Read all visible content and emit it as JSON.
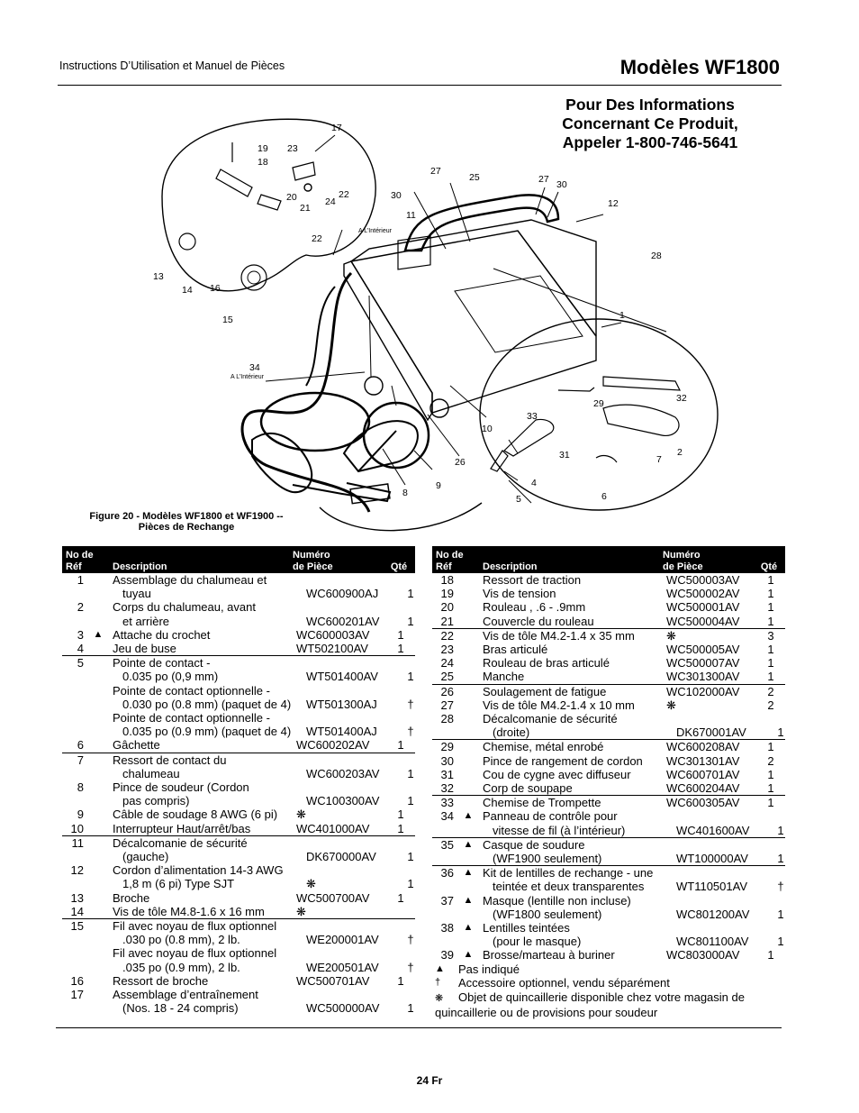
{
  "header": {
    "manual_title": "Instructions D’Utilisation et Manuel de Pièces",
    "model_title": "Modèles WF1800"
  },
  "callout": {
    "line1": "Pour Des Informations",
    "line2": "Concernant Ce Produit,",
    "line3": "Appeler 1-800-746-5641"
  },
  "diagram": {
    "callouts": [
      "17",
      "19",
      "18",
      "23",
      "20",
      "21",
      "22",
      "24",
      "22",
      "13",
      "14",
      "16",
      "15",
      "27",
      "25",
      "27",
      "30",
      "30",
      "12",
      "11",
      "28",
      "1",
      "34",
      "32",
      "29",
      "33",
      "10",
      "26",
      "31",
      "2",
      "7",
      "4",
      "5",
      "6",
      "9",
      "8"
    ],
    "inside_label": "A L’Intérieur"
  },
  "figure_caption": {
    "line1": "Figure 20 - Modèles WF1800 et WF1900 --",
    "line2": "Pièces de Rechange"
  },
  "table_headers": {
    "ref_line1": "No de",
    "ref_line2": "Réf",
    "desc": "Description",
    "num_line1": "Numéro",
    "num_line2": "de Pièce",
    "qty": "Qté"
  },
  "left_table": [
    [
      {
        "ref": "1",
        "sym": "",
        "desc": "Assemblage du chalumeau et",
        "num": "",
        "qty": ""
      },
      {
        "ref": "",
        "sym": "",
        "desc": "tuyau",
        "indent": true,
        "num": "WC600900AJ",
        "qty": "1"
      },
      {
        "ref": "2",
        "sym": "",
        "desc": "Corps du chalumeau, avant",
        "num": "",
        "qty": ""
      },
      {
        "ref": "",
        "sym": "",
        "desc": "et arrière",
        "indent": true,
        "num": "WC600201AV",
        "qty": "1"
      },
      {
        "ref": "3",
        "sym": "▲",
        "desc": "Attache du crochet",
        "num": "WC600003AV",
        "qty": "1"
      },
      {
        "ref": "4",
        "sym": "",
        "desc": "Jeu de buse",
        "num": "WT502100AV",
        "qty": "1"
      }
    ],
    [
      {
        "ref": "5",
        "sym": "",
        "desc": "Pointe de contact -",
        "num": "",
        "qty": ""
      },
      {
        "ref": "",
        "sym": "",
        "desc": "0.035 po (0,9 mm)",
        "indent": true,
        "num": "WT501400AV",
        "qty": "1"
      },
      {
        "ref": "",
        "sym": "",
        "desc": "Pointe de contact optionnelle -",
        "num": "",
        "qty": ""
      },
      {
        "ref": "",
        "sym": "",
        "desc": "0.030 po (0.8 mm) (paquet de 4)",
        "indent": true,
        "num": "WT501300AJ",
        "qty": "†"
      },
      {
        "ref": "",
        "sym": "",
        "desc": "Pointe de contact optionnelle -",
        "num": "",
        "qty": ""
      },
      {
        "ref": "",
        "sym": "",
        "desc": "0.035 po (0.9 mm) (paquet de 4)",
        "indent": true,
        "num": "WT501400AJ",
        "qty": "†"
      },
      {
        "ref": "6",
        "sym": "",
        "desc": "Gâchette",
        "num": "WC600202AV",
        "qty": "1"
      }
    ],
    [
      {
        "ref": "7",
        "sym": "",
        "desc": "Ressort de contact du",
        "num": "",
        "qty": ""
      },
      {
        "ref": "",
        "sym": "",
        "desc": "chalumeau",
        "indent": true,
        "num": "WC600203AV",
        "qty": "1"
      },
      {
        "ref": "8",
        "sym": "",
        "desc": "Pince de soudeur (Cordon",
        "num": "",
        "qty": ""
      },
      {
        "ref": "",
        "sym": "",
        "desc": "pas compris)",
        "indent": true,
        "num": "WC100300AV",
        "qty": "1"
      },
      {
        "ref": "9",
        "sym": "",
        "desc": "Câble de soudage 8 AWG (6 pi)",
        "num": "❋",
        "qty": "1"
      },
      {
        "ref": "10",
        "sym": "",
        "desc": "Interrupteur Haut/arrêt/bas",
        "num": "WC401000AV",
        "qty": "1"
      }
    ],
    [
      {
        "ref": "11",
        "sym": "",
        "desc": "Décalcomanie de sécurité",
        "num": "",
        "qty": ""
      },
      {
        "ref": "",
        "sym": "",
        "desc": "(gauche)",
        "indent": true,
        "num": "DK670000AV",
        "qty": "1"
      },
      {
        "ref": "12",
        "sym": "",
        "desc": "Cordon d’alimentation 14-3 AWG",
        "num": "",
        "qty": ""
      },
      {
        "ref": "",
        "sym": "",
        "desc": "1,8 m (6 pi) Type SJT",
        "indent": true,
        "num": "❋",
        "qty": "1"
      },
      {
        "ref": "13",
        "sym": "",
        "desc": "Broche",
        "num": "WC500700AV",
        "qty": "1"
      },
      {
        "ref": "14",
        "sym": "",
        "desc": "Vis de tôle M4.8-1.6 x 16 mm",
        "num": "❋",
        "qty": ""
      }
    ],
    [
      {
        "ref": "15",
        "sym": "",
        "desc": "Fil avec noyau de flux optionnel",
        "num": "",
        "qty": ""
      },
      {
        "ref": "",
        "sym": "",
        "desc": ".030 po (0.8 mm), 2 lb.",
        "indent": true,
        "num": "WE200001AV",
        "qty": "†"
      },
      {
        "ref": "",
        "sym": "",
        "desc": "Fil avec noyau de flux optionnel",
        "num": "",
        "qty": ""
      },
      {
        "ref": "",
        "sym": "",
        "desc": ".035 po (0.9 mm), 2 lb.",
        "indent": true,
        "num": "WE200501AV",
        "qty": "†"
      },
      {
        "ref": "16",
        "sym": "",
        "desc": "Ressort de broche",
        "num": "WC500701AV",
        "qty": "1"
      },
      {
        "ref": "17",
        "sym": "",
        "desc": "Assemblage d’entraînement",
        "num": "",
        "qty": ""
      },
      {
        "ref": "",
        "sym": "",
        "desc": "(Nos. 18 - 24 compris)",
        "indent": true,
        "num": "WC500000AV",
        "qty": "1"
      }
    ]
  ],
  "right_table": [
    [
      {
        "ref": "18",
        "sym": "",
        "desc": "Ressort de traction",
        "num": "WC500003AV",
        "qty": "1"
      },
      {
        "ref": "19",
        "sym": "",
        "desc": "Vis de tension",
        "num": "WC500002AV",
        "qty": "1"
      },
      {
        "ref": "20",
        "sym": "",
        "desc": "Rouleau , .6 - .9mm",
        "num": "WC500001AV",
        "qty": "1"
      },
      {
        "ref": "21",
        "sym": "",
        "desc": "Couvercle du rouleau",
        "num": "WC500004AV",
        "qty": "1"
      }
    ],
    [
      {
        "ref": "22",
        "sym": "",
        "desc": "Vis de tôle M4.2-1.4 x 35 mm",
        "num": "❋",
        "qty": "3"
      },
      {
        "ref": "23",
        "sym": "",
        "desc": "Bras articulé",
        "num": "WC500005AV",
        "qty": "1"
      },
      {
        "ref": "24",
        "sym": "",
        "desc": "Rouleau de bras articulé",
        "num": "WC500007AV",
        "qty": "1"
      },
      {
        "ref": "25",
        "sym": "",
        "desc": "Manche",
        "num": "WC301300AV",
        "qty": "1"
      }
    ],
    [
      {
        "ref": "26",
        "sym": "",
        "desc": "Soulagement de fatigue",
        "num": "WC102000AV",
        "qty": "2"
      },
      {
        "ref": "27",
        "sym": "",
        "desc": "Vis de tôle M4.2-1.4 x 10 mm",
        "num": "❋",
        "qty": "2"
      },
      {
        "ref": "28",
        "sym": "",
        "desc": "Décalcomanie de sécurité",
        "num": "",
        "qty": ""
      },
      {
        "ref": "",
        "sym": "",
        "desc": "(droite)",
        "indent": true,
        "num": "DK670001AV",
        "qty": "1"
      }
    ],
    [
      {
        "ref": "29",
        "sym": "",
        "desc": "Chemise, métal enrobé",
        "num": "WC600208AV",
        "qty": "1"
      },
      {
        "ref": "30",
        "sym": "",
        "desc": "Pince de rangement de cordon",
        "num": "WC301301AV",
        "qty": "2"
      },
      {
        "ref": "31",
        "sym": "",
        "desc": "Cou de cygne avec diffuseur",
        "num": "WC600701AV",
        "qty": "1"
      },
      {
        "ref": "32",
        "sym": "",
        "desc": "Corp de soupape",
        "num": "WC600204AV",
        "qty": "1"
      }
    ],
    [
      {
        "ref": "33",
        "sym": "",
        "desc": "Chemise de Trompette",
        "num": "WC600305AV",
        "qty": "1"
      },
      {
        "ref": "34",
        "sym": "▲",
        "desc": "Panneau de contrôle pour",
        "num": "",
        "qty": ""
      },
      {
        "ref": "",
        "sym": "",
        "desc": "vitesse de fil (à l’intérieur)",
        "indent": true,
        "num": "WC401600AV",
        "qty": "1"
      }
    ],
    [
      {
        "ref": "35",
        "sym": "▲",
        "desc": "Casque de soudure",
        "num": "",
        "qty": ""
      },
      {
        "ref": "",
        "sym": "",
        "desc": "(WF1900 seulement)",
        "indent": true,
        "num": "WT100000AV",
        "qty": "1"
      }
    ],
    [
      {
        "ref": "36",
        "sym": "▲",
        "desc": "Kit de lentilles de rechange - une",
        "num": "",
        "qty": ""
      },
      {
        "ref": "",
        "sym": "",
        "desc": "teintée et deux transparentes",
        "indent": true,
        "num": "WT110501AV",
        "qty": "†"
      },
      {
        "ref": "37",
        "sym": "▲",
        "desc": "Masque (lentille non incluse)",
        "num": "",
        "qty": ""
      },
      {
        "ref": "",
        "sym": "",
        "desc": "(WF1800 seulement)",
        "indent": true,
        "num": "WC801200AV",
        "qty": "1"
      },
      {
        "ref": "38",
        "sym": "▲",
        "desc": "Lentilles teintées",
        "num": "",
        "qty": ""
      },
      {
        "ref": "",
        "sym": "",
        "desc": "(pour le masque)",
        "indent": true,
        "num": "WC801100AV",
        "qty": "1"
      },
      {
        "ref": "39",
        "sym": "▲",
        "desc": "Brosse/marteau à buriner",
        "num": "WC803000AV",
        "qty": "1"
      }
    ]
  ],
  "notes": {
    "triangle_sym": "▲",
    "triangle_text": "Pas indiqué",
    "dagger_sym": "†",
    "dagger_text": "Accessoire optionnel, vendu séparément",
    "star_sym": "❋",
    "star_text_line1": "Objet de quincaillerie disponible chez votre magasin de",
    "star_text_line2": "quincaillerie ou de provisions pour soudeur"
  },
  "footer": {
    "page_number": "24 Fr"
  }
}
